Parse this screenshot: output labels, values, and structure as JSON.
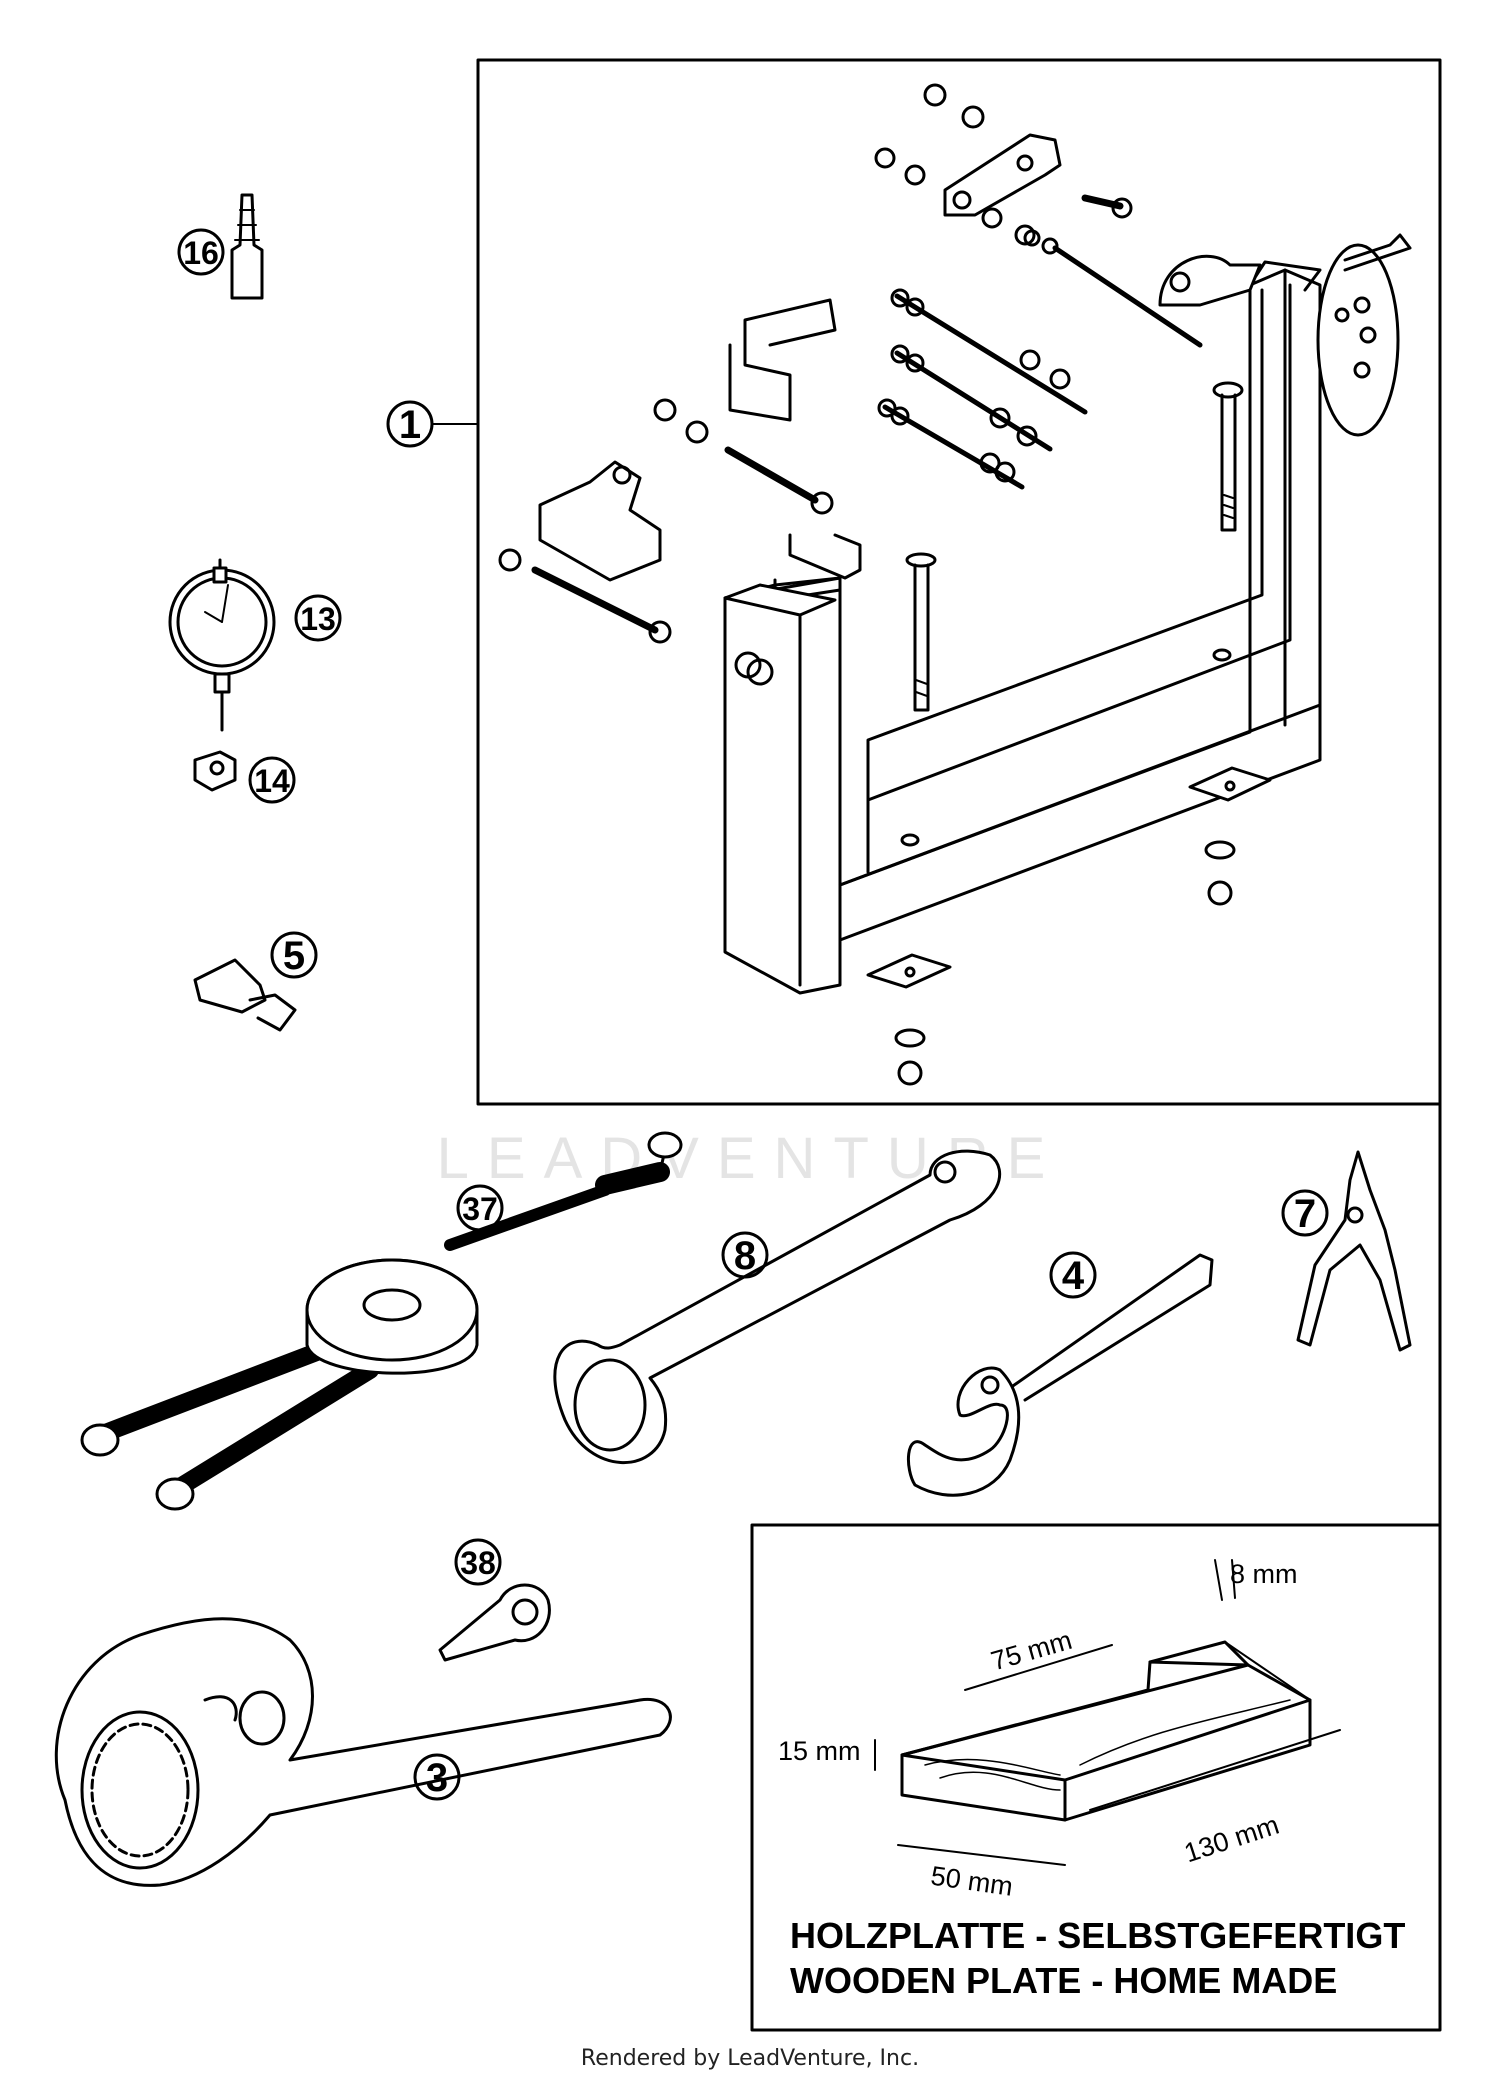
{
  "callouts": {
    "c1": "1",
    "c3": "3",
    "c4": "4",
    "c5": "5",
    "c7": "7",
    "c8": "8",
    "c13": "13",
    "c14": "14",
    "c16": "16",
    "c37": "37",
    "c38": "38"
  },
  "wood_plate": {
    "dim_8": "8 mm",
    "dim_75": "75 mm",
    "dim_15": "15 mm",
    "dim_130": "130 mm",
    "dim_50": "50 mm",
    "caption_de": "HOLZPLATTE - SELBSTGEFERTIGT",
    "caption_en": "WOODEN PLATE - HOME MADE"
  },
  "watermark": "LEADVENTURE",
  "footer": "Rendered by LeadVenture, Inc."
}
